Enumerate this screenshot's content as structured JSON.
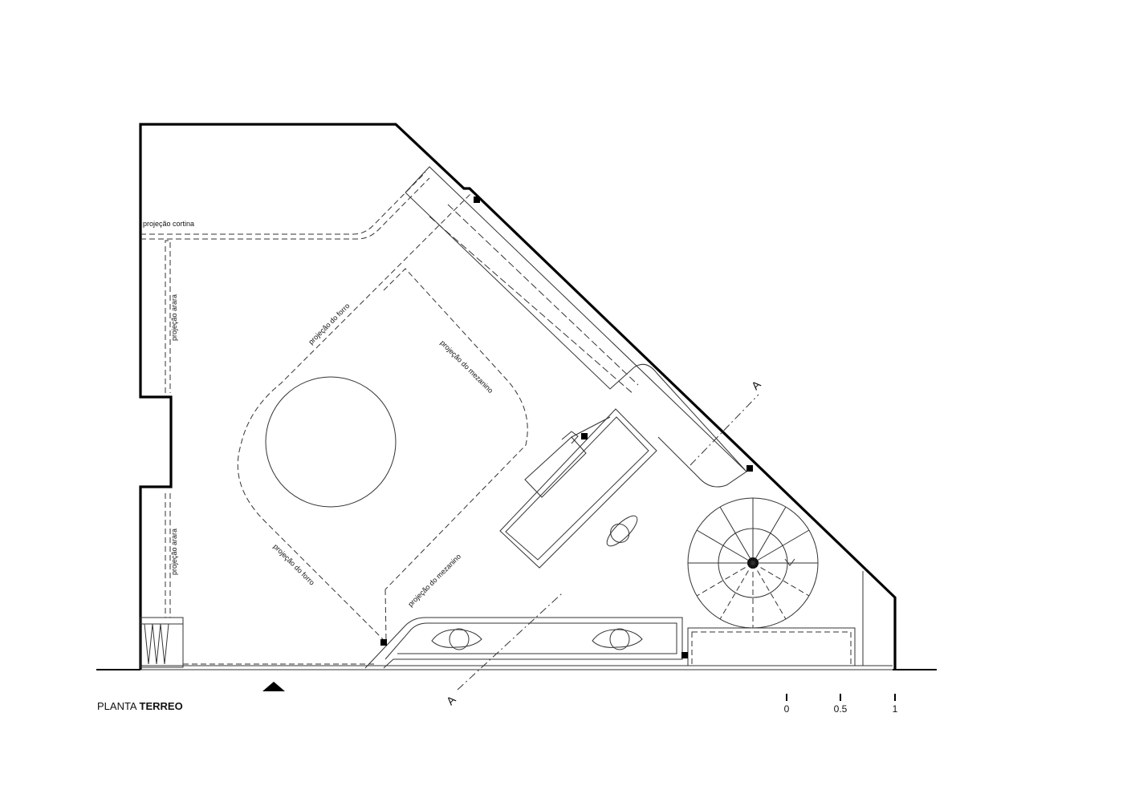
{
  "title": {
    "prefix": "PLANTA",
    "emphasis": "TERREO"
  },
  "labels": {
    "cortina": "projeção cortina",
    "arara_upper": "projeção arara",
    "arara_lower": "projeção arara",
    "forro_upper": "projeção do forro",
    "forro_lower": "projeção do forro",
    "mezanino_upper": "projeção do mezanino",
    "mezanino_lower": "projeção do mezanino"
  },
  "section": {
    "top": "A",
    "bottom": "A"
  },
  "scale": {
    "ticks": [
      "0",
      "0.5",
      "1"
    ]
  },
  "colors": {
    "ink": "#000000",
    "line": "#333333",
    "background": "#ffffff"
  },
  "icons": [
    "entrance-arrow-icon",
    "spiral-stair-icon",
    "chair-icon",
    "round-table-icon"
  ]
}
